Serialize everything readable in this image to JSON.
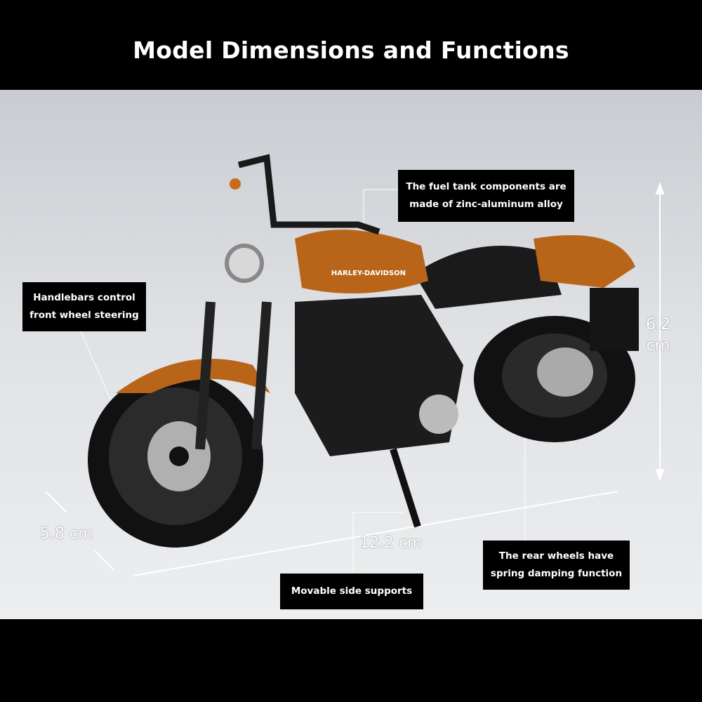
{
  "header": {
    "title": "Model Dimensions and Functions"
  },
  "callouts": {
    "fuel_tank": [
      "The fuel tank components are",
      "made of zinc-aluminum alloy"
    ],
    "handlebars": [
      "Handlebars control",
      "front wheel steering"
    ],
    "rear_wheels": [
      "The rear wheels have",
      "spring damping function"
    ],
    "side_supports": "Movable side supports"
  },
  "dimensions": {
    "height": [
      "6.2",
      "cm"
    ],
    "width": "5.8 cm",
    "length": "12.2 cm"
  },
  "logo_text": "HARLEY-DAVIDSON",
  "colors": {
    "body": "#b8651a",
    "background": "#000000",
    "label_bg": "#000000"
  }
}
